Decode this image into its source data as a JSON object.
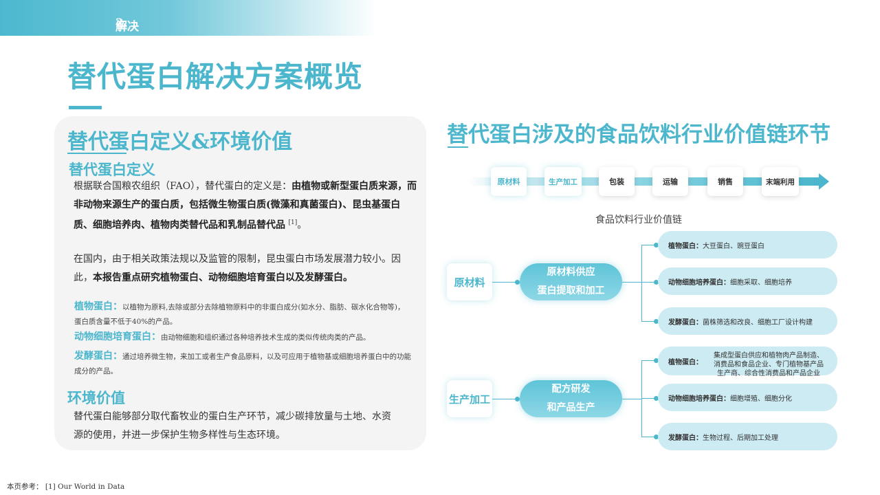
{
  "section": {
    "number": "2.",
    "title": "解决方案一：替代蛋白"
  },
  "page_title": "替代蛋白解决方案概览",
  "left_panel": {
    "title": "替代蛋白定义&环境价值",
    "definition": {
      "heading": "替代蛋白定义",
      "p1_intro": "根据联合国粮农组织（FAO），替代蛋白的定义是：",
      "p1_bold": "由植物或新型蛋白质来源，而非动物来源生产的蛋白质，包括微生物蛋白质(微藻和真菌蛋白)、昆虫基蛋白质、细胞培养肉、植物肉类替代品和乳制品替代品",
      "p1_ref": "[1]",
      "p1_end": "。",
      "p2_intro": "在国内，由于相关政策法规以及监管的限制，昆虫蛋白市场发展潜力较小。因此，",
      "p2_bold": "本报告重点研究植物蛋白、动物细胞培育蛋白以及发酵蛋白。"
    },
    "terms": [
      {
        "name": "植物蛋白",
        "sep": "：",
        "desc": "以植物为原料,去除或部分去除植物原料中的非蛋白成分(如水分、脂肪、碳水化合物等)，蛋白质含量不低于40%的产品。"
      },
      {
        "name": "动物细胞培育蛋白",
        "sep": "：",
        "desc": "由动物细胞和组织通过各种培养技术生成的类似传统肉类的产品。"
      },
      {
        "name": "发酵蛋白",
        "sep": "：",
        "desc": "通过培养微生物，来加工或者生产食品原料，以及可应用于植物基或细胞培养蛋白中的功能成分的产品。"
      }
    ],
    "env": {
      "heading": "环境价值",
      "text": "替代蛋白能够部分取代畜牧业的蛋白生产环节，减少碳排放量与土地、水资源的使用，并进一步保护生物多样性与生态环境。"
    }
  },
  "right_panel": {
    "title": "替代蛋白涉及的食品饮料行业价值链环节",
    "chain": [
      {
        "label": "原材料",
        "highlighted": true
      },
      {
        "label": "生产加工",
        "highlighted": true
      },
      {
        "label": "包装",
        "highlighted": false
      },
      {
        "label": "运输",
        "highlighted": false
      },
      {
        "label": "销售",
        "highlighted": false
      },
      {
        "label": "末端利用",
        "highlighted": false
      }
    ],
    "chain_caption": "食品饮料行业价值链",
    "groups": [
      {
        "label": "原材料",
        "center": [
          "原材料供应",
          "蛋白提取和加工"
        ],
        "items": [
          {
            "name": "植物蛋白",
            "sep": "：",
            "desc": "大豆蛋白、豌豆蛋白"
          },
          {
            "name": "动物细胞培养蛋白",
            "sep": "：",
            "desc": "细胞采取、细胞培养"
          },
          {
            "name": "发酵蛋白",
            "sep": "：",
            "desc": "菌株筛选和改良、细胞工厂设计构建"
          }
        ]
      },
      {
        "label": "生产加工",
        "center": [
          "配方研发",
          "和产品生产"
        ],
        "items": [
          {
            "name": "植物蛋白",
            "sep": "：",
            "desc_lines": [
              "集成型蛋白供应和植物肉产品制造、",
              "消费品和食品企业、专门植物基产品",
              "生产商、综合性消费品和产品企业"
            ]
          },
          {
            "name": "动物细胞培养蛋白",
            "sep": "：",
            "desc": "细胞增殖、细胞分化"
          },
          {
            "name": "发酵蛋白",
            "sep": "：",
            "desc": "生物过程、后期加工处理"
          }
        ]
      }
    ]
  },
  "footnote": {
    "label": "本页参考：",
    "ref": "[1] Our World in Data"
  },
  "colors": {
    "accent": "#4bb6cc",
    "pill_bg": "#cdebf2",
    "panel_bg": "#f4f4f4"
  }
}
